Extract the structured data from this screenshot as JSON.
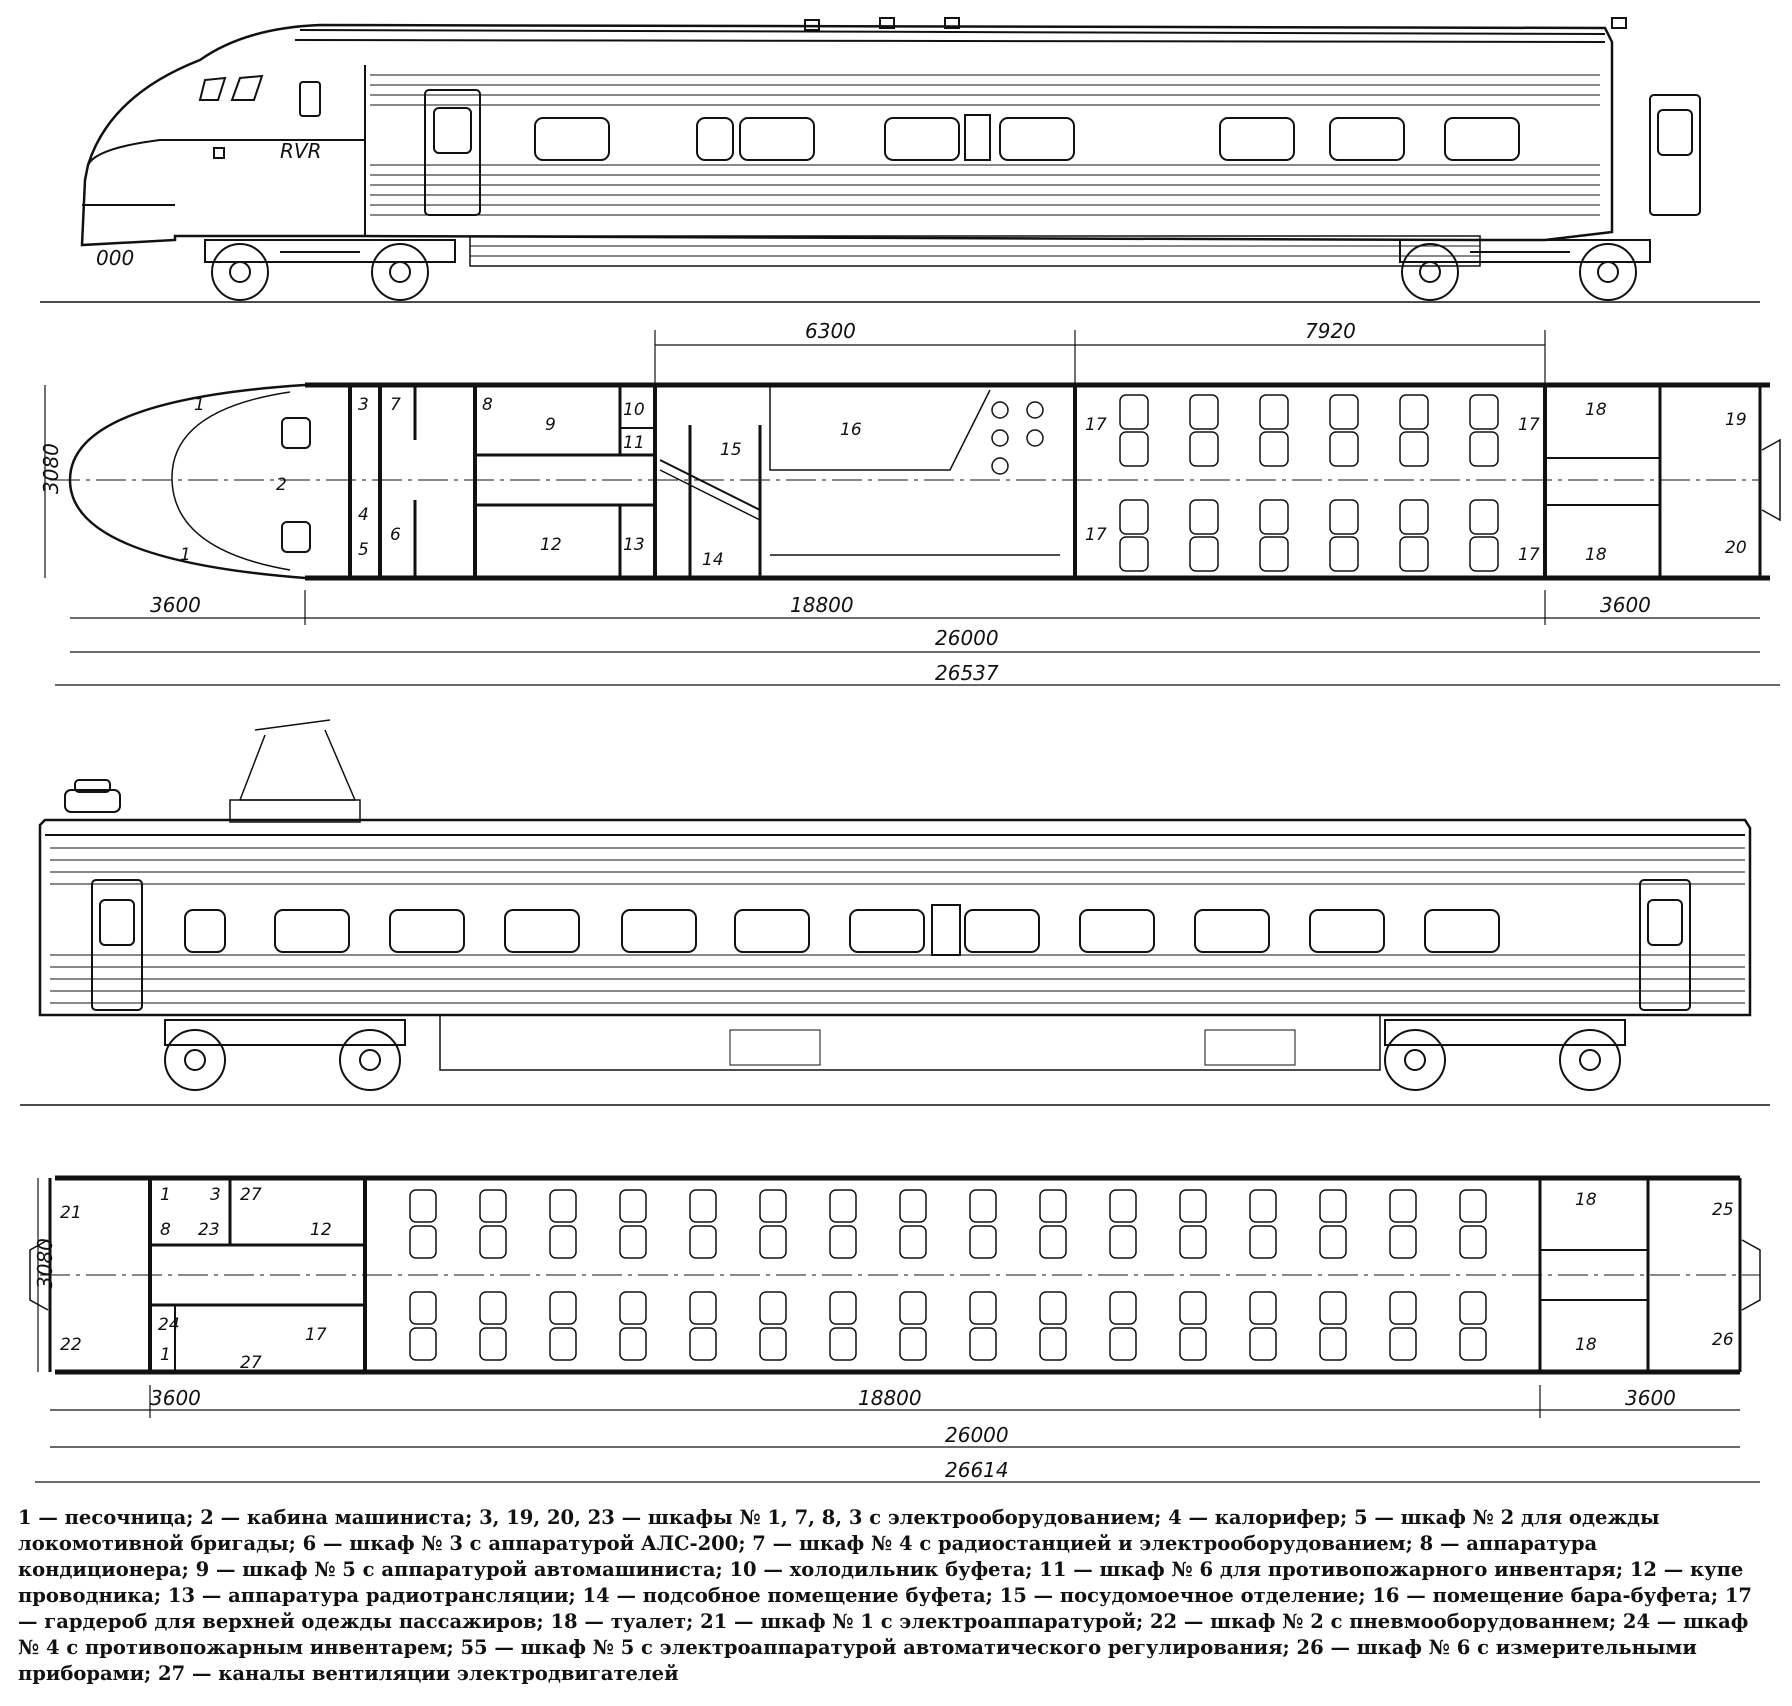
{
  "head_car": {
    "side_label": "RVR",
    "nose_marking": "000",
    "plan": {
      "dims": {
        "top_a": "6300",
        "top_b": "7920",
        "width": "3080",
        "end_left": "3600",
        "middle": "18800",
        "end_right": "3600",
        "body": "26000",
        "overall": "26537"
      },
      "labels": [
        "1",
        "1",
        "2",
        "3",
        "4",
        "5",
        "6",
        "7",
        "8",
        "9",
        "10",
        "11",
        "12",
        "13",
        "14",
        "15",
        "16",
        "17",
        "17",
        "17",
        "17",
        "18",
        "18",
        "19",
        "20"
      ]
    }
  },
  "motor_car": {
    "plan": {
      "dims": {
        "width": "3080",
        "end_left": "3600",
        "middle": "18800",
        "end_right": "3600",
        "body": "26000",
        "overall": "26614"
      },
      "labels": [
        "21",
        "22",
        "1",
        "1",
        "8",
        "23",
        "3",
        "27",
        "12",
        "24",
        "17",
        "27",
        "18",
        "18",
        "25",
        "26"
      ]
    }
  },
  "caption": "1 — песочница; 2 — кабина машиниста; 3, 19, 20, 23 — шкафы № 1, 7, 8, 3 с электрооборудованием; 4 — калорифер; 5 — шкаф № 2 для одежды локомотивной бригады; 6 — шкаф № 3 с аппаратурой АЛС-200; 7 — шкаф № 4 с радиостанцией и электрооборудованием; 8 — аппаратура кондиционера; 9 — шкаф № 5 с аппаратурой автомашиниста; 10 — холодильник буфета; 11 — шкаф № 6 для противопожарного инвентаря; 12 — купе проводника; 13 — аппаратура радиотрансляции; 14 — подсобное помещение буфета; 15 — посудомоечное отделение; 16 — помещение бара-буфета; 17 — гардероб для верхней одежды пассажиров; 18 — туалет; 21 — шкаф № 1 с электроаппаратурой; 22 — шкаф № 2 с пневмооборудованнем; 24 — шкаф № 4 с противопожарным инвентарем; 55 — шкаф № 5 с электроаппаратурой автоматического регулирования; 26 — шкаф № 6 с измерительными приборами; 27 — каналы вентиляции электродвигателей"
}
